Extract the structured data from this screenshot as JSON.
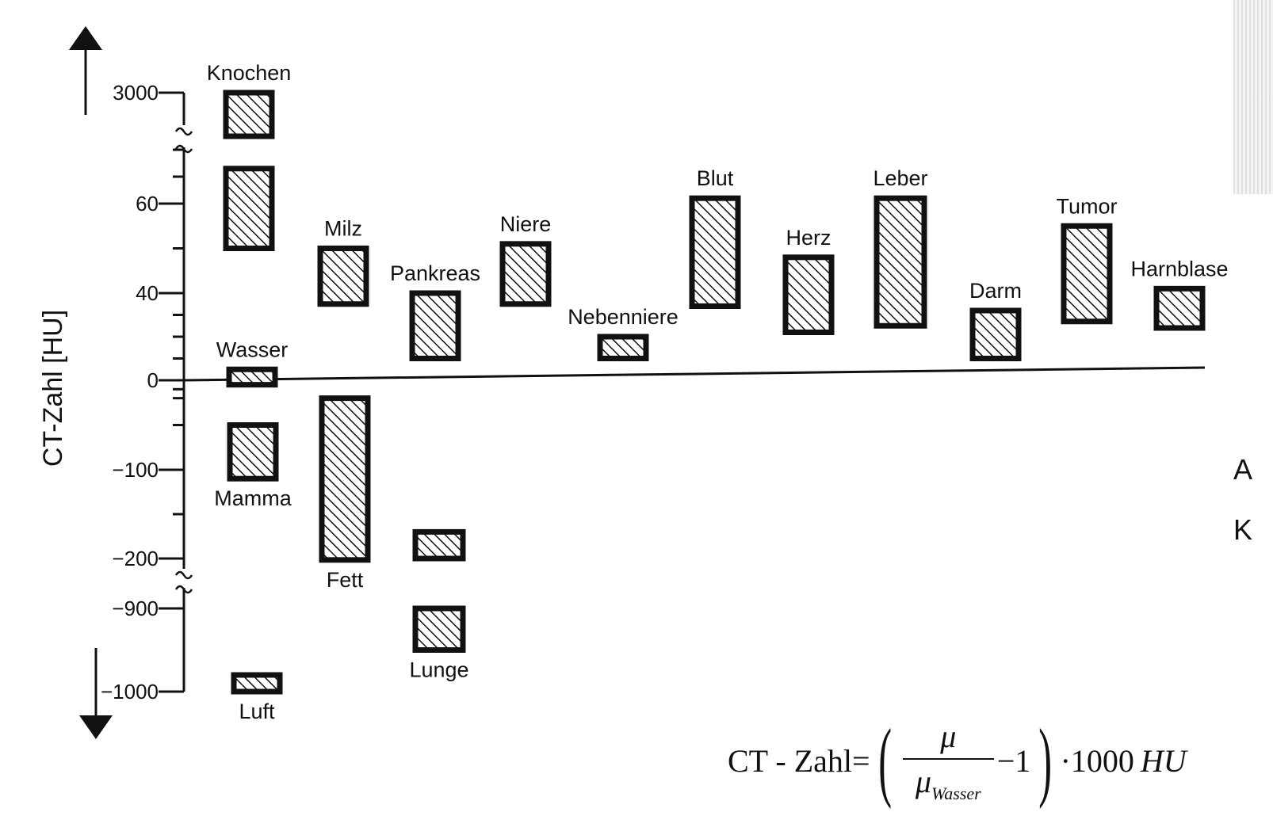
{
  "chart_data": {
    "type": "range-bar",
    "ylabel": "CT-Zahl [HU]",
    "y_scale": "broken",
    "y_ticks": [
      {
        "value": 3000,
        "label": "3000"
      },
      {
        "value": 60,
        "label": "60"
      },
      {
        "value": 40,
        "label": "40"
      },
      {
        "value": 0,
        "label": "0"
      },
      {
        "value": -100,
        "label": "−100"
      },
      {
        "value": -200,
        "label": "−200"
      },
      {
        "value": -900,
        "label": "−900"
      },
      {
        "value": -1000,
        "label": "−1000"
      }
    ],
    "items": [
      {
        "name": "Knochen",
        "segments": [
          [
            2000,
            3000
          ],
          [
            50,
            73
          ]
        ],
        "label_pos": "top"
      },
      {
        "name": "Wasser",
        "segments": [
          [
            -5,
            5
          ]
        ],
        "label_pos": "top"
      },
      {
        "name": "Mamma",
        "segments": [
          [
            -110,
            -50
          ]
        ],
        "label_pos": "bottom"
      },
      {
        "name": "Luft",
        "segments": [
          [
            -1000,
            -980
          ]
        ],
        "label_pos": "bottom"
      },
      {
        "name": "Milz",
        "segments": [
          [
            35,
            50
          ]
        ],
        "label_pos": "top"
      },
      {
        "name": "Fett",
        "segments": [
          [
            -220,
            -20
          ]
        ],
        "label_pos": "bottom"
      },
      {
        "name": "Pankreas",
        "segments": [
          [
            10,
            40
          ]
        ],
        "label_pos": "top"
      },
      {
        "name": "Lunge",
        "segments": [
          [
            -900,
            -950
          ],
          [
            -170,
            -200
          ]
        ],
        "label_pos": "bottom"
      },
      {
        "name": "Niere",
        "segments": [
          [
            35,
            51
          ]
        ],
        "label_pos": "top"
      },
      {
        "name": "Nebenniere",
        "segments": [
          [
            10,
            20
          ]
        ],
        "label_pos": "top"
      },
      {
        "name": "Blut",
        "segments": [
          [
            34,
            62
          ]
        ],
        "label_pos": "top"
      },
      {
        "name": "Herz",
        "segments": [
          [
            22,
            48
          ]
        ],
        "label_pos": "top"
      },
      {
        "name": "Leber",
        "segments": [
          [
            25,
            62
          ]
        ],
        "label_pos": "top"
      },
      {
        "name": "Darm",
        "segments": [
          [
            10,
            32
          ]
        ],
        "label_pos": "top"
      },
      {
        "name": "Tumor",
        "segments": [
          [
            27,
            55
          ]
        ],
        "label_pos": "top"
      },
      {
        "name": "Harnblase",
        "segments": [
          [
            24,
            41
          ]
        ],
        "label_pos": "top"
      }
    ]
  },
  "formula": {
    "lhs": "CT - Zahl=",
    "numerator": "μ",
    "denominator": "μ",
    "denominator_sub": "Wasser",
    "minus_one": "−1",
    "multiplier": "·1000",
    "unit": "HU"
  },
  "edge_fragments": {
    "a": "A",
    "k": "K"
  }
}
